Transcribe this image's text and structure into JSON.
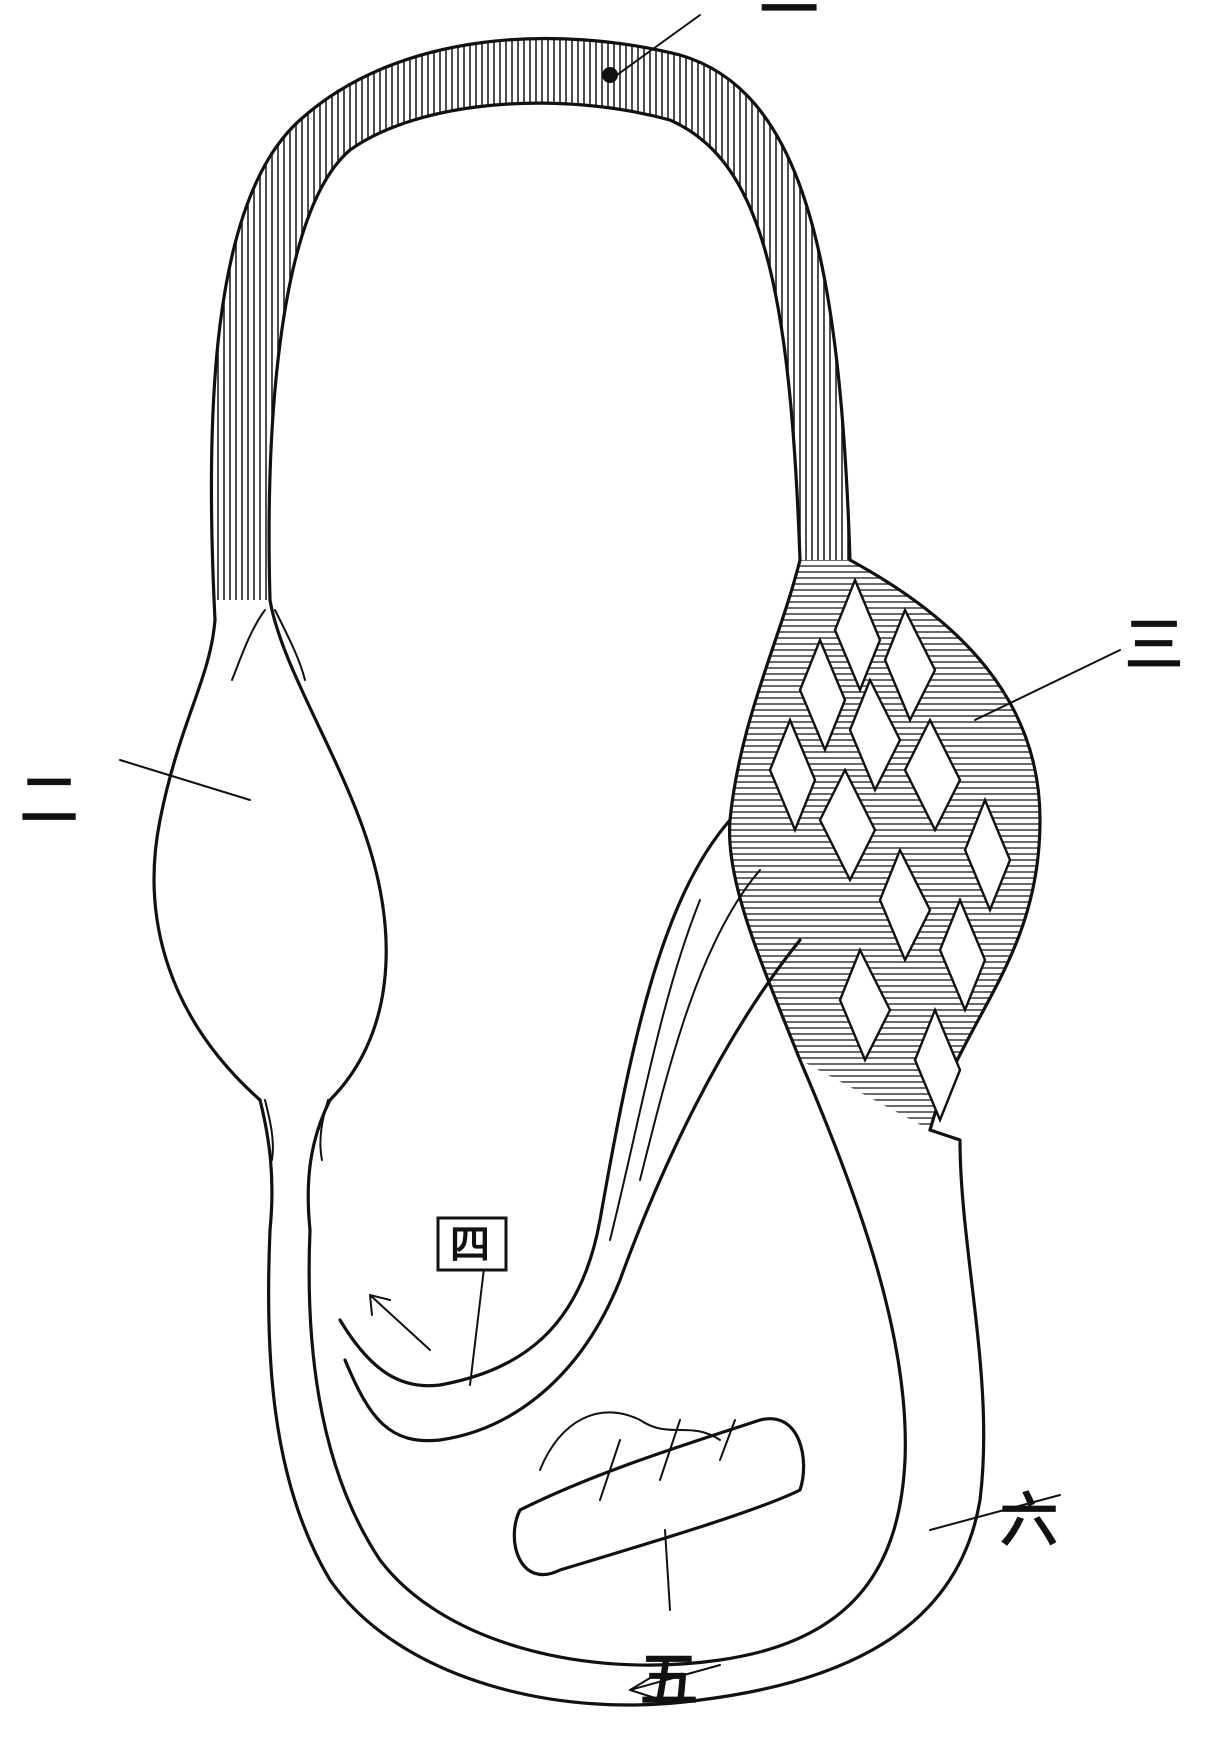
{
  "labels": {
    "one": "一",
    "two": "二",
    "three": "三",
    "four": "四",
    "five": "五",
    "six": "六"
  }
}
